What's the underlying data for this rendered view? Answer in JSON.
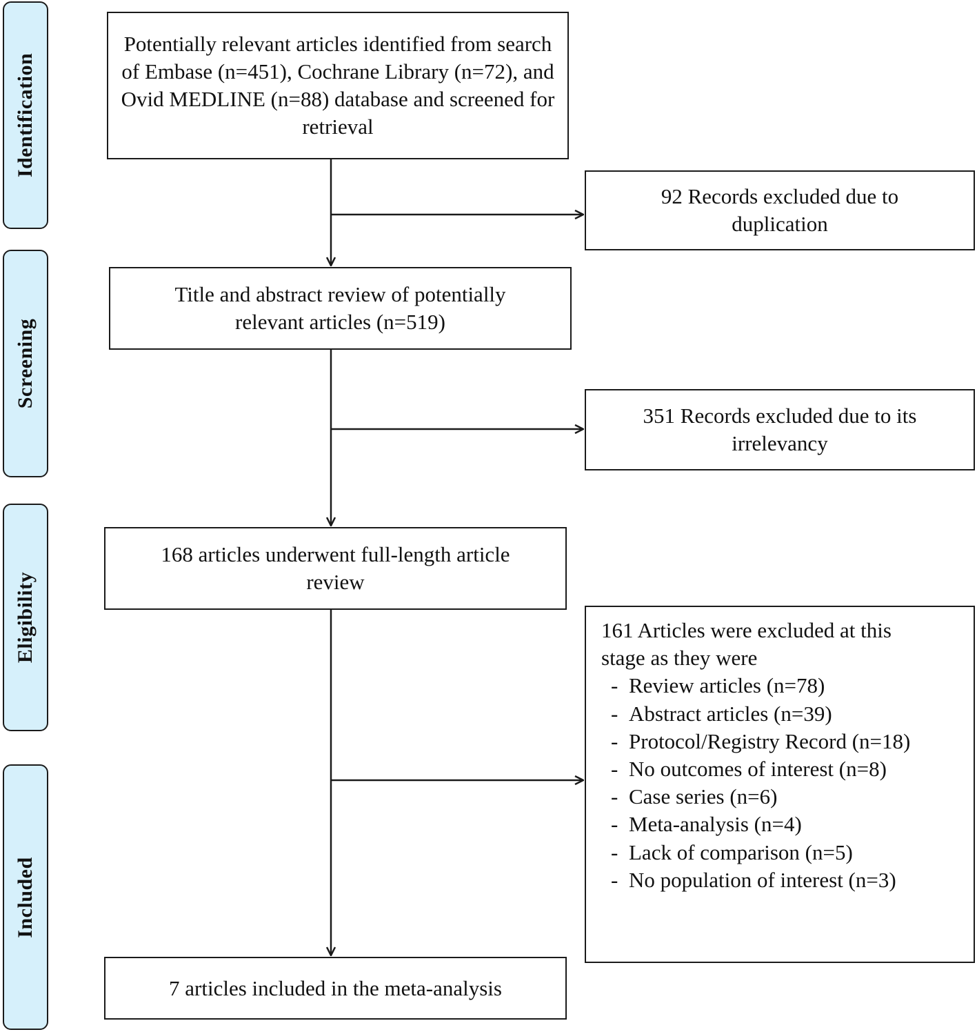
{
  "stages": {
    "identification": "Identification",
    "screening": "Screening",
    "eligibility": "Eligibility",
    "included": "Included"
  },
  "boxes": {
    "identified": "Potentially relevant articles identified from search of Embase (n=451), Cochrane Library (n=72), and Ovid MEDLINE (n=88) database and screened for retrieval",
    "title_abstract_review": "Title and abstract review of potentially relevant articles (n=519)",
    "full_length_review": "168 articles underwent full-length article review",
    "included": "7 articles included in the meta-analysis"
  },
  "exclusions": {
    "duplication": "92 Records excluded due to duplication",
    "irrelevancy": "351 Records excluded due to its irrelevancy",
    "full_text_intro": "161 Articles were excluded at this stage as they were",
    "full_text_reasons": [
      "Review articles (n=78)",
      "Abstract articles (n=39)",
      "Protocol/Registry Record (n=18)",
      "No outcomes of interest (n=8)",
      "Case series (n=6)",
      "Meta-analysis (n=4)",
      "Lack of comparison (n=5)",
      "No population of interest (n=3)"
    ],
    "bullet": "-"
  }
}
